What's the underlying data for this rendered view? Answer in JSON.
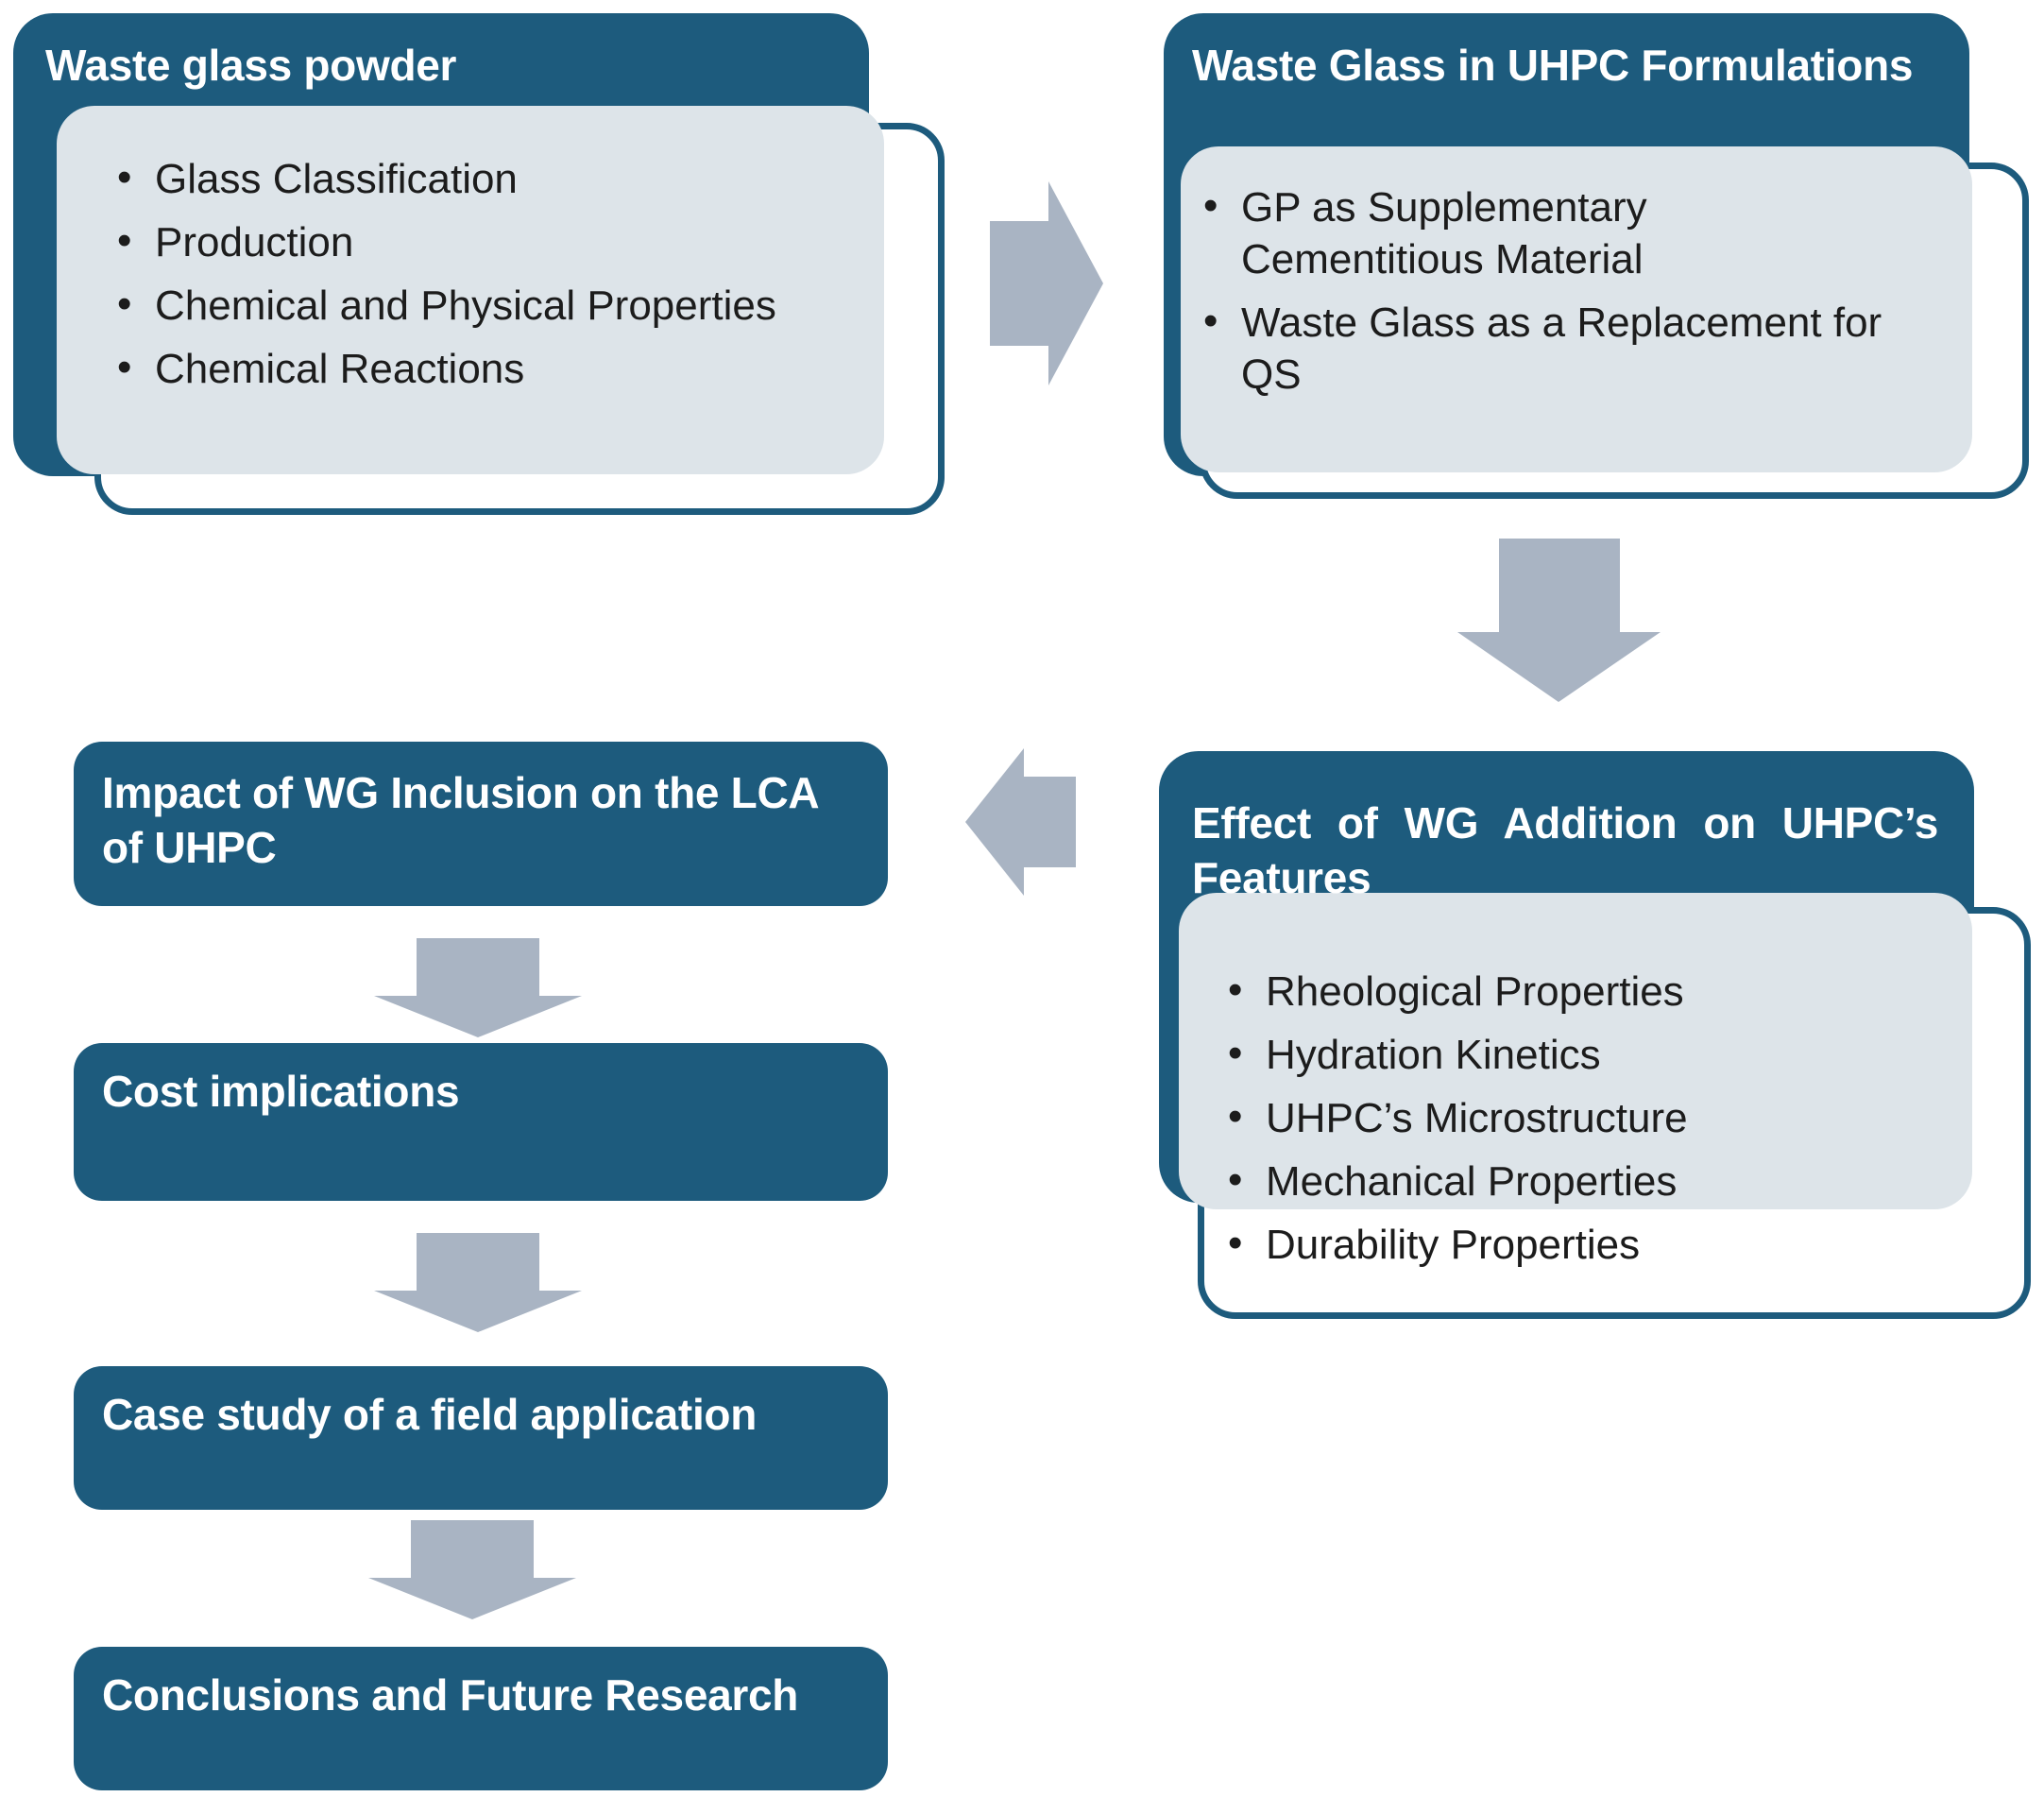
{
  "colors": {
    "teal": "#1d5b7d",
    "panel": "#dde4e9",
    "arrow": "#a9b4c3",
    "text": "#1c1c1c",
    "title_text": "#ffffff",
    "background": "#ffffff"
  },
  "flow": {
    "waste_glass_powder": {
      "title": "Waste glass powder",
      "items": [
        [
          "Glass Classification"
        ],
        [
          "Production"
        ],
        [
          "Chemical and Physical Properties"
        ],
        [
          "Chemical Reactions"
        ]
      ]
    },
    "wg_in_uhpc_formulations": {
      "title": "Waste Glass in UHPC Formulations",
      "items": [
        [
          "GP as Supplementary",
          "Cementitious Material"
        ],
        [
          "Waste Glass as a Replacement for",
          "QS"
        ]
      ]
    },
    "effect_on_features": {
      "title_lines": [
        "Effect of WG Addition on UHPC’s",
        "Features"
      ],
      "items": [
        [
          "Rheological Properties"
        ],
        [
          "Hydration Kinetics"
        ],
        [
          "UHPC’s Microstructure"
        ],
        [
          "Mechanical Properties"
        ],
        [
          "Durability Properties"
        ]
      ]
    },
    "impact_lca": {
      "title_lines": [
        "Impact of WG Inclusion on the LCA",
        "of UHPC"
      ]
    },
    "cost": {
      "title": "Cost implications"
    },
    "case_study": {
      "title": "Case study of a field application"
    },
    "conclusions": {
      "title": "Conclusions and Future Research"
    }
  },
  "icons": {
    "arrow_1": "arrow-right-icon",
    "arrow_2": "arrow-down-icon",
    "arrow_3": "arrow-left-icon",
    "arrow_4": "arrow-down-icon",
    "arrow_5": "arrow-down-icon",
    "arrow_6": "arrow-down-icon"
  }
}
